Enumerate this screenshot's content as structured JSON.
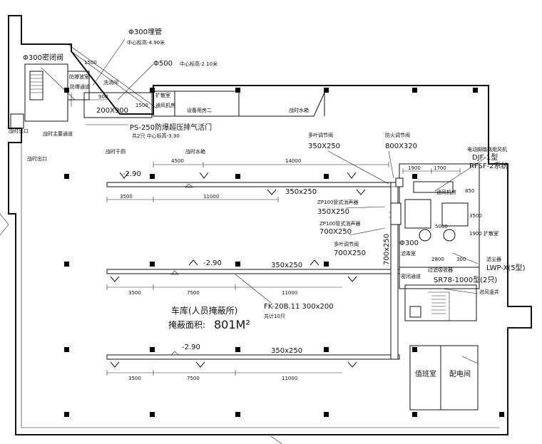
{
  "labels": {
    "pipe_300_buried": "Φ300埋管",
    "pipe_300_center_elev": "中心标高-4.90米",
    "pipe_300_vent": "Φ300密闭阀",
    "pipe_500": "Φ500",
    "pipe_500_center_elev": "中心标高-2.10米",
    "blast_duct_room": "防爆波室",
    "decontam_room": "洗消间",
    "blast_channel": "防爆通道",
    "expansion_room": "扩散室",
    "dim_1500a": "1500",
    "dim_900": "900",
    "dim_1500b": "1500",
    "size_200x900": "200X900",
    "ps250": "PS-250防爆超压排气活门",
    "ps250_sub": "共2只 中心标高-3.30",
    "shelter_area": "设备用房二",
    "fire_pool": "战时水箱",
    "ventilation_room": "通风机房",
    "main_entrance": "战时主要通道",
    "emergency_exit": "战时出口",
    "wartime_room": "战时干厕",
    "station_left": "战时水箱",
    "multi_damper1": "多叶调节阀",
    "multi_damper1_size": "350X250",
    "fire_damper": "防火调节阀",
    "fire_damper_size": "800X320",
    "fan_label": "电动脚踏两用风机",
    "fan_model1": "DJF-1型",
    "fan_model2": "RFSF-2系统",
    "dim_1900": "1900",
    "dim_1700": "1700",
    "elev_a": "-2.90",
    "dim_4500": "4500",
    "dim_14000": "14000",
    "duct_a": "350x250",
    "dim_3500a": "3500",
    "dim_11000a": "11000",
    "zp100a": "ZP100管式消声器",
    "zp100a_size": "350X250",
    "zp100b": "ZP100管式消声器",
    "zp100b_size": "700X250",
    "multi_damper2": "多叶调节阀",
    "multi_damper2_size": "700X250",
    "duct_700": "700x250",
    "phi300": "Φ300",
    "dim_850": "850",
    "dim_3500b": "3500",
    "dim_1900b": "1900",
    "dim_5000": "5000",
    "dim_2800": "2800",
    "dim_300": "300",
    "fan_room": "通风机房",
    "expansion_room2": "扩散室",
    "filter_room": "滤毒室",
    "filter_label": "过滤吸收器",
    "sr78": "SR78-1000型(2只)",
    "pressure_gauge": "滤尘器",
    "lwp": "LWP-X(5型)",
    "channel_label": "密闭通道",
    "vent_well": "进风竖井",
    "elev_b": "-2.90",
    "duct_b": "350x250",
    "dim_3500c": "3500",
    "dim_7500a": "7500",
    "dim_11000b": "11000",
    "fk": "FK-20B.11  300x200",
    "fk_sub": "共计10只",
    "garage": "车库(人员掩蔽所)",
    "area_label": "掩蔽面积:",
    "area_value": "801M²",
    "elev_c": "-2.90",
    "duct_c": "350x250",
    "dim_3500d": "3500",
    "dim_7500b": "7500",
    "dim_11000c": "11000",
    "duty_room": "值班室",
    "power_room": "配电间",
    "left_label": "战时出口"
  }
}
